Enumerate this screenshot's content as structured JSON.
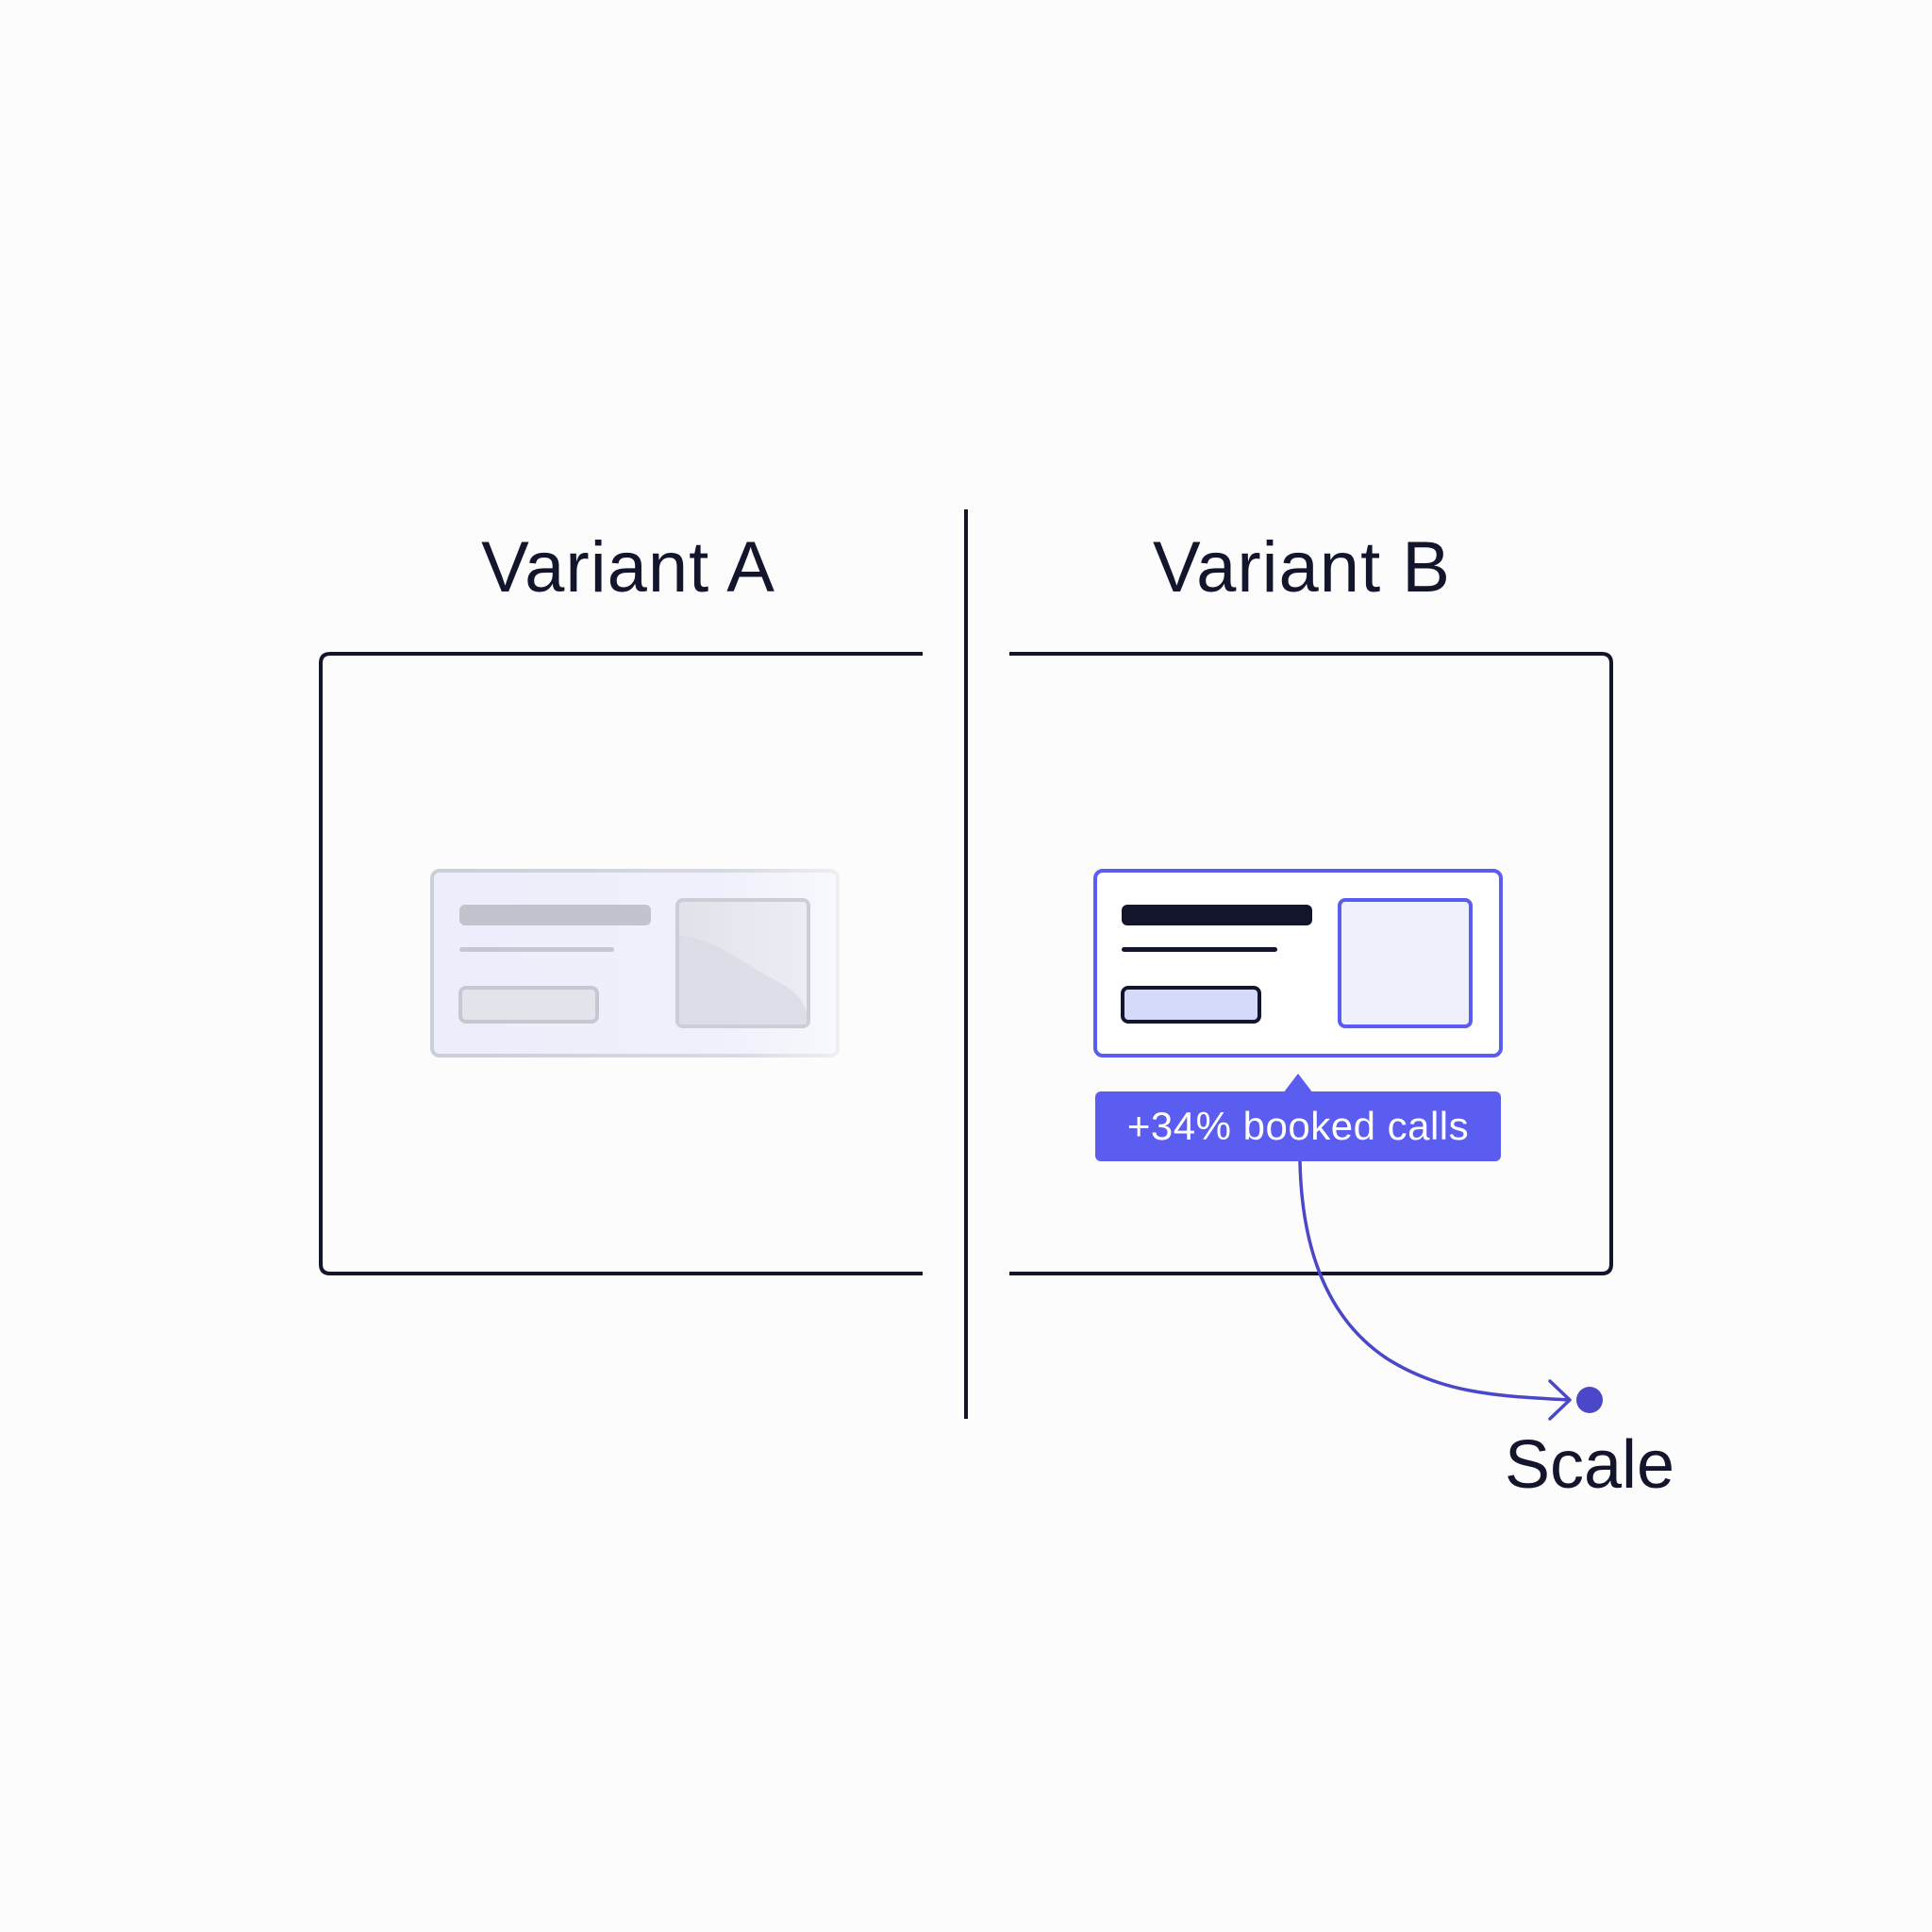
{
  "variants": [
    {
      "title": "Variant A"
    },
    {
      "title": "Variant B"
    }
  ],
  "result_badge": {
    "label": "+34% booked calls"
  },
  "outcome": {
    "label": "Scale"
  },
  "colors": {
    "ink": "#12152b",
    "accent": "#5b5cf0",
    "accent_dark": "#4a47c8",
    "muted": "#c9cbd6",
    "faded_fill": "#eef0fb"
  }
}
